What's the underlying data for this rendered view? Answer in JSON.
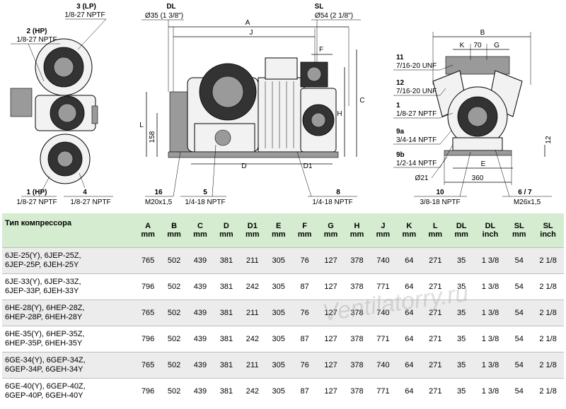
{
  "callouts": {
    "c3": "3 (LP)",
    "c3_thread": "1/8-27 NPTF",
    "c2": "2 (HP)",
    "c2_thread": "1/8-27 NPTF",
    "c1": "1 (HP)",
    "c1_thread": "1/8-27 NPTF",
    "c4": "4",
    "c4_thread": "1/8-27 NPTF",
    "dl": "DL",
    "dl_size": "Ø35 (1 3/8\")",
    "sl": "SL",
    "sl_size": "Ø54 (2 1/8\")",
    "c16": "16",
    "c16_thread": "M20x1,5",
    "c5": "5",
    "c5_thread": "1/4-18 NPTF",
    "c8": "8",
    "c8_thread": "1/4-18 NPTF",
    "c11": "11",
    "c11_thread": "7/16-20 UNF",
    "c12": "12",
    "c12_thread": "7/16-20 UNF",
    "c1r": "1",
    "c1r_thread": "1/8-27 NPTF",
    "c9a": "9a",
    "c9a_thread": "3/4-14 NPTF",
    "c9b": "9b",
    "c9b_thread": "1/2-14 NPTF",
    "c10": "10",
    "c10_thread": "3/8-18 NPTF",
    "c67": "6 / 7",
    "c67_thread": "M26x1,5",
    "d21": "Ø21"
  },
  "dims": {
    "A": "A",
    "J": "J",
    "F": "F",
    "H": "H",
    "C": "C",
    "L": "L",
    "d158": "158",
    "D": "D",
    "D1": "D1",
    "B": "B",
    "K": "K",
    "d70": "70",
    "G": "G",
    "E": "E",
    "d360": "360",
    "d12": "12"
  },
  "table": {
    "header_label": "Тип компрессора",
    "columns": [
      {
        "name": "A",
        "unit": "mm"
      },
      {
        "name": "B",
        "unit": "mm"
      },
      {
        "name": "C",
        "unit": "mm"
      },
      {
        "name": "D",
        "unit": "mm"
      },
      {
        "name": "D1",
        "unit": "mm"
      },
      {
        "name": "E",
        "unit": "mm"
      },
      {
        "name": "F",
        "unit": "mm"
      },
      {
        "name": "G",
        "unit": "mm"
      },
      {
        "name": "H",
        "unit": "mm"
      },
      {
        "name": "J",
        "unit": "mm"
      },
      {
        "name": "K",
        "unit": "mm"
      },
      {
        "name": "L",
        "unit": "mm"
      },
      {
        "name": "DL",
        "unit": "mm"
      },
      {
        "name": "DL",
        "unit": "inch"
      },
      {
        "name": "SL",
        "unit": "mm"
      },
      {
        "name": "SL",
        "unit": "inch"
      }
    ],
    "rows": [
      {
        "model1": "6JE-25(Y), 6JEP-25Z,",
        "model2": "6JEP-25P, 6JEH-25Y",
        "values": [
          "765",
          "502",
          "439",
          "381",
          "211",
          "305",
          "76",
          "127",
          "378",
          "740",
          "64",
          "271",
          "35",
          "1 3/8",
          "54",
          "2 1/8"
        ]
      },
      {
        "model1": "6JE-33(Y), 6JEP-33Z,",
        "model2": "6JEP-33P, 6JEH-33Y",
        "values": [
          "796",
          "502",
          "439",
          "381",
          "242",
          "305",
          "87",
          "127",
          "378",
          "771",
          "64",
          "271",
          "35",
          "1 3/8",
          "54",
          "2 1/8"
        ]
      },
      {
        "model1": "6HE-28(Y), 6HEP-28Z,",
        "model2": "6HEP-28P, 6HEH-28Y",
        "values": [
          "765",
          "502",
          "439",
          "381",
          "211",
          "305",
          "76",
          "127",
          "378",
          "740",
          "64",
          "271",
          "35",
          "1 3/8",
          "54",
          "2 1/8"
        ]
      },
      {
        "model1": "6HE-35(Y), 6HEP-35Z,",
        "model2": "6HEP-35P, 6HEH-35Y",
        "values": [
          "796",
          "502",
          "439",
          "381",
          "242",
          "305",
          "87",
          "127",
          "378",
          "771",
          "64",
          "271",
          "35",
          "1 3/8",
          "54",
          "2 1/8"
        ]
      },
      {
        "model1": "6GE-34(Y), 6GEP-34Z,",
        "model2": "6GEP-34P, 6GEH-34Y",
        "values": [
          "765",
          "502",
          "439",
          "381",
          "211",
          "305",
          "76",
          "127",
          "378",
          "740",
          "64",
          "271",
          "35",
          "1 3/8",
          "54",
          "2 1/8"
        ]
      },
      {
        "model1": "6GE-40(Y), 6GEP-40Z,",
        "model2": "6GEP-40P, 6GEH-40Y",
        "values": [
          "796",
          "502",
          "439",
          "381",
          "242",
          "305",
          "87",
          "127",
          "378",
          "771",
          "64",
          "271",
          "35",
          "1 3/8",
          "54",
          "2 1/8"
        ]
      }
    ]
  },
  "watermark": "Ventilatorry.ru"
}
